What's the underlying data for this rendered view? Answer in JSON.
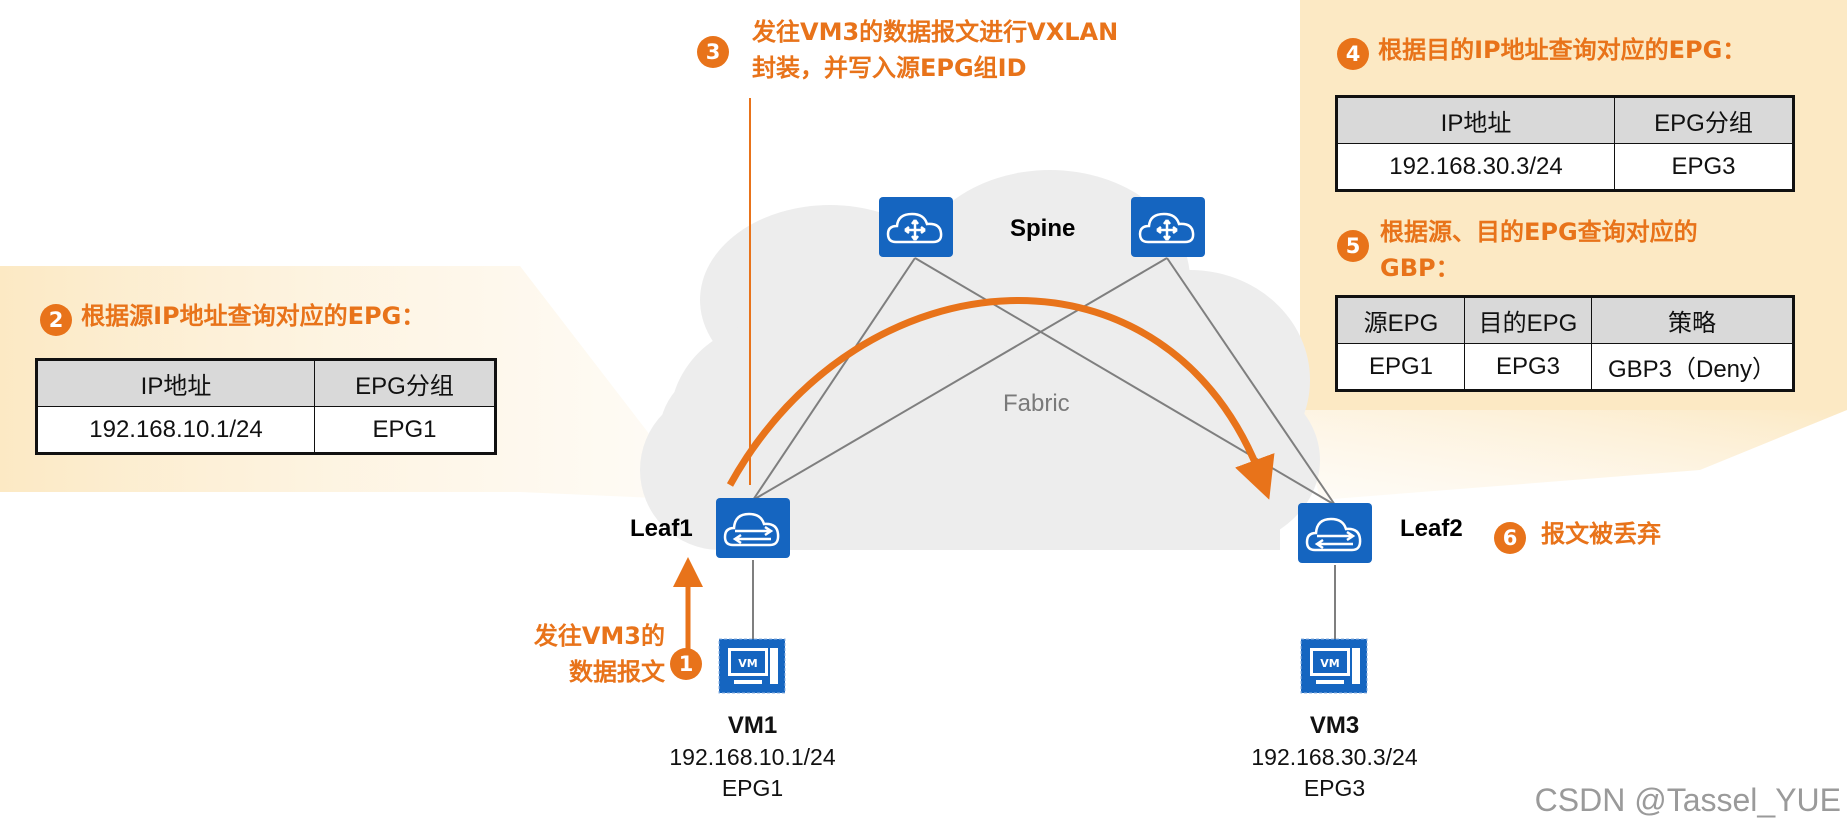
{
  "nodes": {
    "spine_label": "Spine",
    "fabric_label": "Fabric",
    "leaf1_label": "Leaf1",
    "leaf2_label": "Leaf2",
    "vm_badge": "VM",
    "vm1": {
      "name": "VM1",
      "ip": "192.168.10.1/24",
      "epg": "EPG1"
    },
    "vm3": {
      "name": "VM3",
      "ip": "192.168.30.3/24",
      "epg": "EPG3"
    }
  },
  "steps": {
    "s1": {
      "num": "1",
      "line1": "发往VM3的",
      "line2": "数据报文"
    },
    "s2": {
      "num": "2",
      "text": "根据源IP地址查询对应的EPG："
    },
    "s3": {
      "num": "3",
      "line1": "发往VM3的数据报文进行VXLAN",
      "line2": "封装，并写入源EPG组ID"
    },
    "s4": {
      "num": "4",
      "text": "根据目的IP地址查询对应的EPG："
    },
    "s5": {
      "num": "5",
      "line1": "根据源、目的EPG查询对应的",
      "line2": "GBP："
    },
    "s6": {
      "num": "6",
      "text": "报文被丢弃"
    }
  },
  "table_src": {
    "headers": [
      "IP地址",
      "EPG分组"
    ],
    "rows": [
      [
        "192.168.10.1/24",
        "EPG1"
      ]
    ]
  },
  "table_dst": {
    "headers": [
      "IP地址",
      "EPG分组"
    ],
    "rows": [
      [
        "192.168.30.3/24",
        "EPG3"
      ]
    ]
  },
  "table_gbp": {
    "headers": [
      "源EPG",
      "目的EPG",
      "策略"
    ],
    "rows": [
      [
        "EPG1",
        "EPG3",
        "GBP3（Deny）"
      ]
    ]
  },
  "watermark": "CSDN @Tassel_YUE",
  "colors": {
    "accent": "#E8731A",
    "device_blue": "#1565C0",
    "callout_bg": "#FDF0D5",
    "cloud": "#EFEFEF"
  }
}
